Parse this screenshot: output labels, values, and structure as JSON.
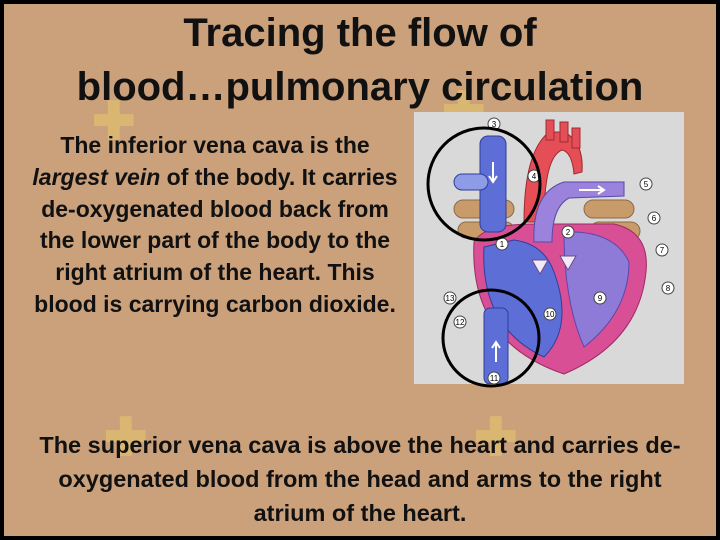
{
  "slide": {
    "title_line1": "Tracing the flow of",
    "title_line2": "blood…pulmonary circulation",
    "inferior_text_1": "The inferior vena cava is the ",
    "inferior_text_em": "largest vein",
    "inferior_text_2": " of the body. It carries de-oxygenated blood back from the lower part of the body to the right atrium of the heart.  This blood is carrying carbon dioxide.",
    "superior_text": "The superior vena cava is above the heart and carries de-oxygenated blood from the head and arms to the right atrium of the heart."
  },
  "diagram": {
    "callouts": [
      "1",
      "2",
      "3",
      "4",
      "5",
      "6",
      "7",
      "8",
      "9",
      "10",
      "11",
      "12",
      "13"
    ]
  },
  "colors": {
    "background": "#cba17b",
    "frame": "#000000",
    "text": "#111111",
    "vein_blue": "#5d6fd6",
    "artery_red": "#e54d57",
    "heart_pink": "#d94f96",
    "vessel_tan": "#c99a6a",
    "watermark": "#ecd26a"
  }
}
